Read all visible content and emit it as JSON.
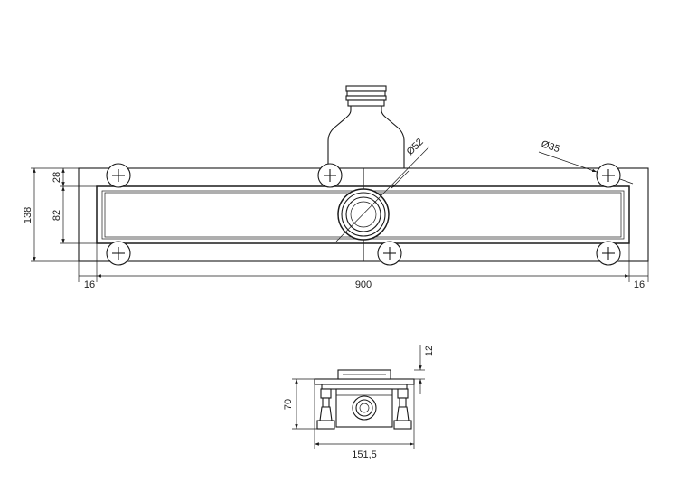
{
  "top_view": {
    "dimensions": {
      "overall_height": "138",
      "edge_to_grate": "28",
      "grate_width": "82",
      "length": "900",
      "left_margin": "16",
      "right_margin": "16",
      "outlet_diameter": "Ø52",
      "hole_diameter": "Ø35"
    }
  },
  "side_view": {
    "dimensions": {
      "height": "70",
      "top_offset": "12",
      "width": "151,5"
    }
  }
}
